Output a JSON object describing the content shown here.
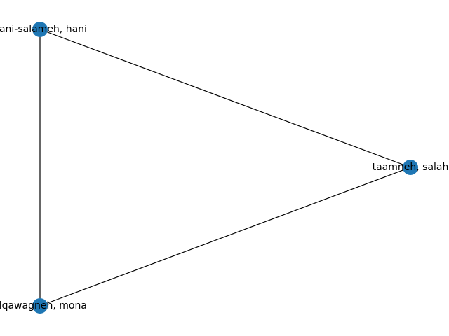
{
  "graph": {
    "node_color": "#1f77b4",
    "edge_color": "#000000",
    "nodes": [
      {
        "id": "n1",
        "label": "bani-salameh, hani"
      },
      {
        "id": "n2",
        "label": "taamneh, salah"
      },
      {
        "id": "n3",
        "label": "alqawagneh, mona"
      }
    ],
    "edges": [
      {
        "source": "n1",
        "target": "n2"
      },
      {
        "source": "n1",
        "target": "n3"
      },
      {
        "source": "n2",
        "target": "n3"
      }
    ]
  }
}
